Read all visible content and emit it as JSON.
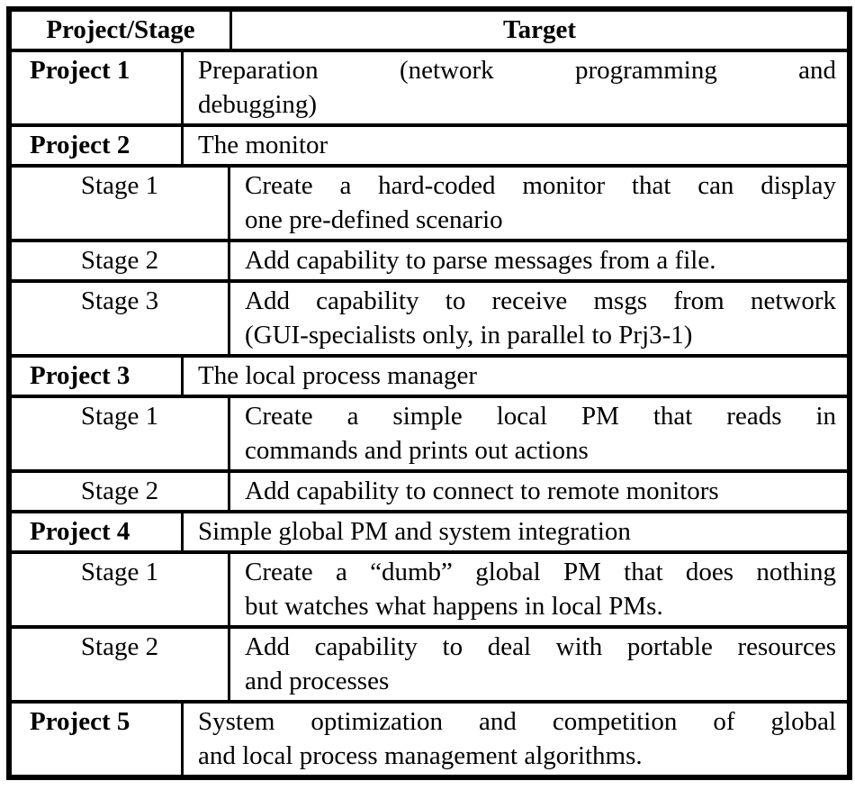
{
  "colors": {
    "border": "#000000",
    "text": "#000000",
    "background": "#ffffff"
  },
  "table": {
    "header": {
      "col1": "Project/Stage",
      "col2": "Target"
    },
    "rows": [
      {
        "type": "project",
        "label": "Project 1",
        "lines": [
          "Preparation (network programming and",
          "debugging)"
        ]
      },
      {
        "type": "project",
        "label": "Project 2",
        "lines": [
          "The monitor"
        ]
      },
      {
        "type": "stage",
        "label": "Stage 1",
        "lines": [
          "Create a hard-coded monitor that can display",
          "one pre-defined scenario"
        ]
      },
      {
        "type": "stage",
        "label": "Stage 2",
        "lines": [
          "Add capability to parse messages from a file."
        ]
      },
      {
        "type": "stage",
        "label": "Stage 3",
        "lines": [
          "Add capability to receive msgs from network",
          "(GUI-specialists only, in parallel to Prj3-1)"
        ]
      },
      {
        "type": "project",
        "label": "Project 3",
        "lines": [
          "The local process manager"
        ]
      },
      {
        "type": "stage",
        "label": "Stage 1",
        "lines": [
          "Create a simple local PM that reads in",
          "commands and prints out actions"
        ]
      },
      {
        "type": "stage",
        "label": "Stage 2",
        "lines": [
          "Add capability to connect to remote monitors"
        ]
      },
      {
        "type": "project",
        "label": "Project 4",
        "lines": [
          "Simple global PM and system integration"
        ]
      },
      {
        "type": "stage",
        "label": "Stage 1",
        "lines": [
          "Create a “dumb” global PM that does nothing",
          "but watches what happens in local PMs."
        ]
      },
      {
        "type": "stage",
        "label": "Stage 2",
        "lines": [
          "Add capability to deal with portable resources",
          "and processes"
        ]
      },
      {
        "type": "project",
        "label": "Project 5",
        "lines": [
          "System optimization and competition of global",
          "and local process management algorithms."
        ]
      }
    ]
  }
}
